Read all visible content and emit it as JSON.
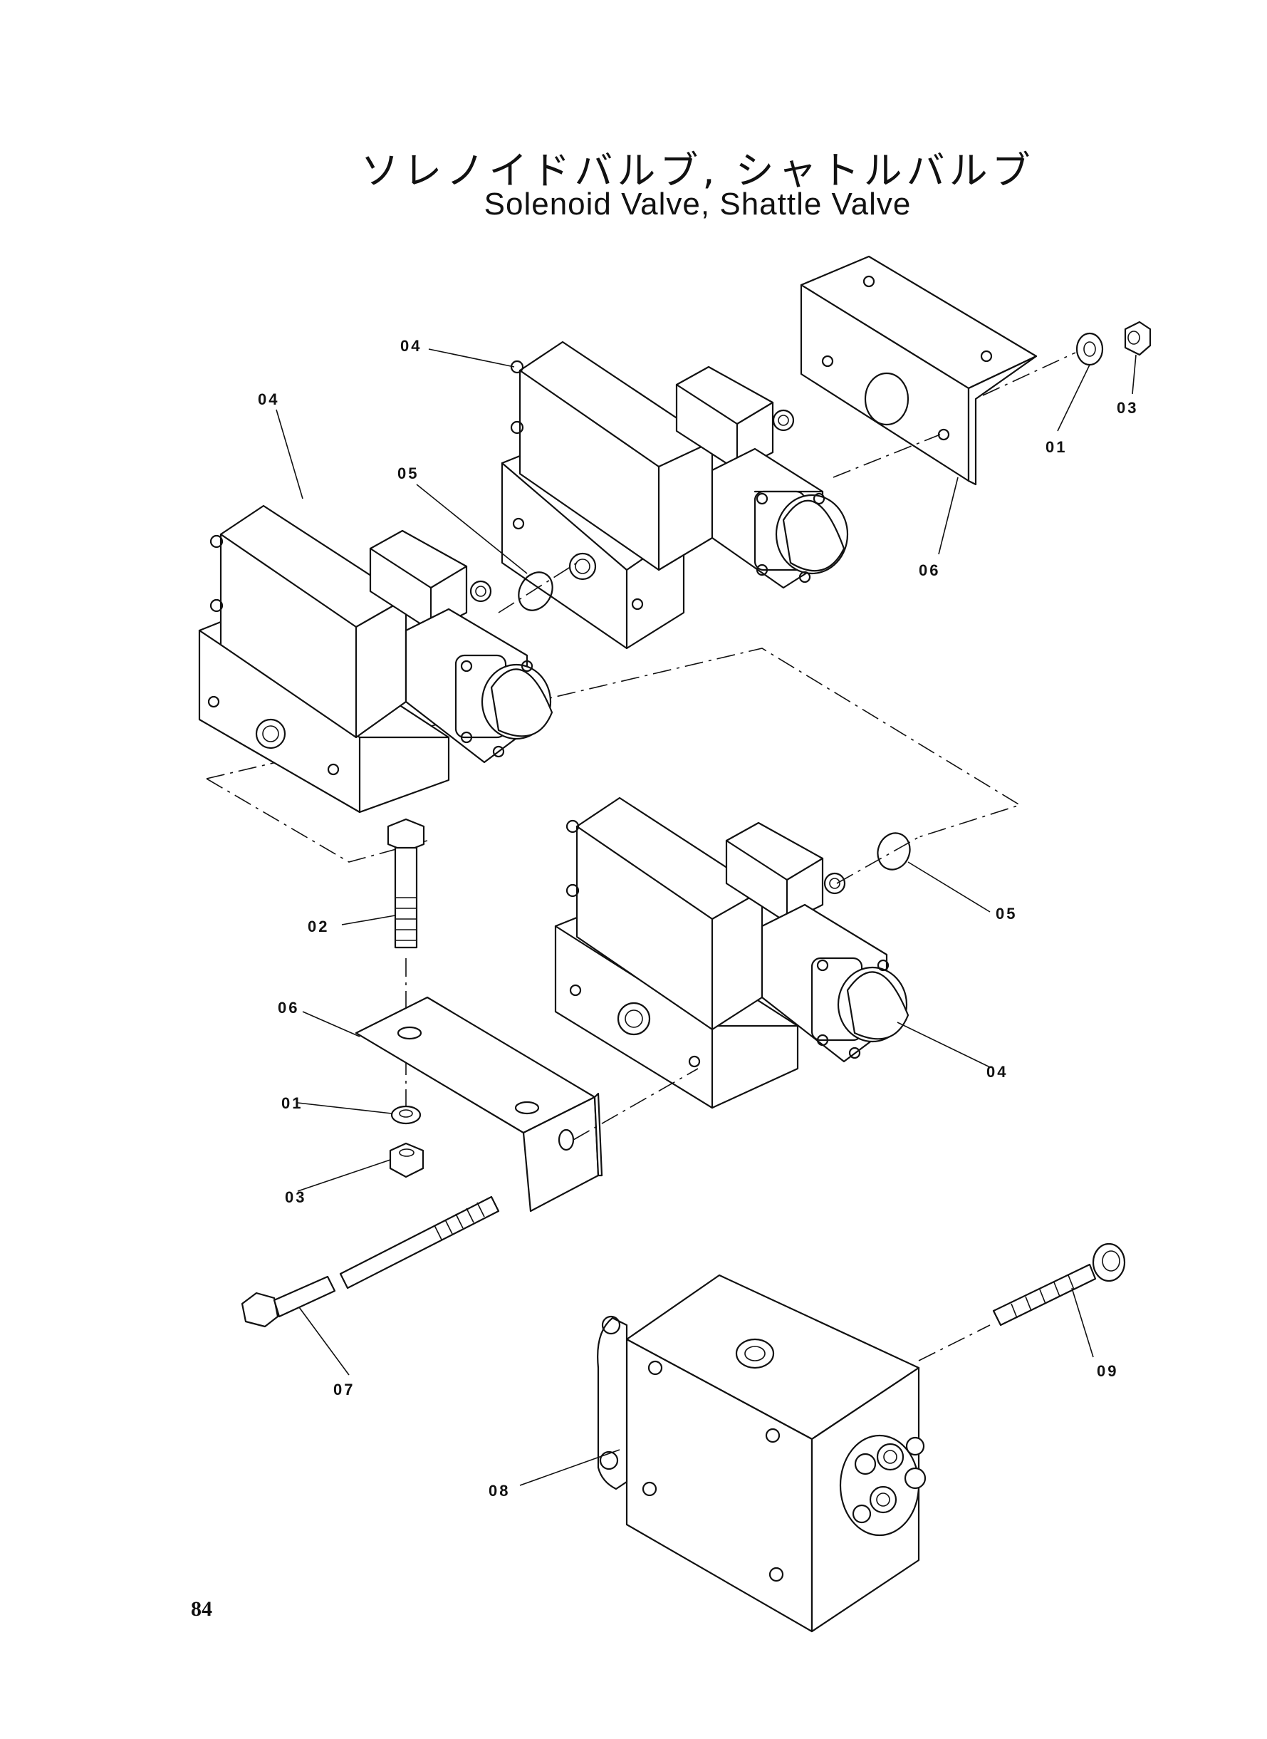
{
  "title": {
    "japanese": "ソレノイドバルブ, シャトルバルブ",
    "english": "Solenoid Valve, Shattle Valve"
  },
  "page_number": "84",
  "callouts": [
    {
      "id": "c-04-top",
      "label": "04"
    },
    {
      "id": "c-04-left",
      "label": "04"
    },
    {
      "id": "c-05-left",
      "label": "05"
    },
    {
      "id": "c-01-top",
      "label": "01"
    },
    {
      "id": "c-03-top",
      "label": "03"
    },
    {
      "id": "c-06-top",
      "label": "06"
    },
    {
      "id": "c-05-right",
      "label": "05"
    },
    {
      "id": "c-04-right",
      "label": "04"
    },
    {
      "id": "c-02",
      "label": "02"
    },
    {
      "id": "c-06-left",
      "label": "06"
    },
    {
      "id": "c-01-left",
      "label": "01"
    },
    {
      "id": "c-03-left",
      "label": "03"
    },
    {
      "id": "c-07",
      "label": "07"
    },
    {
      "id": "c-09",
      "label": "09"
    },
    {
      "id": "c-08",
      "label": "08"
    }
  ]
}
